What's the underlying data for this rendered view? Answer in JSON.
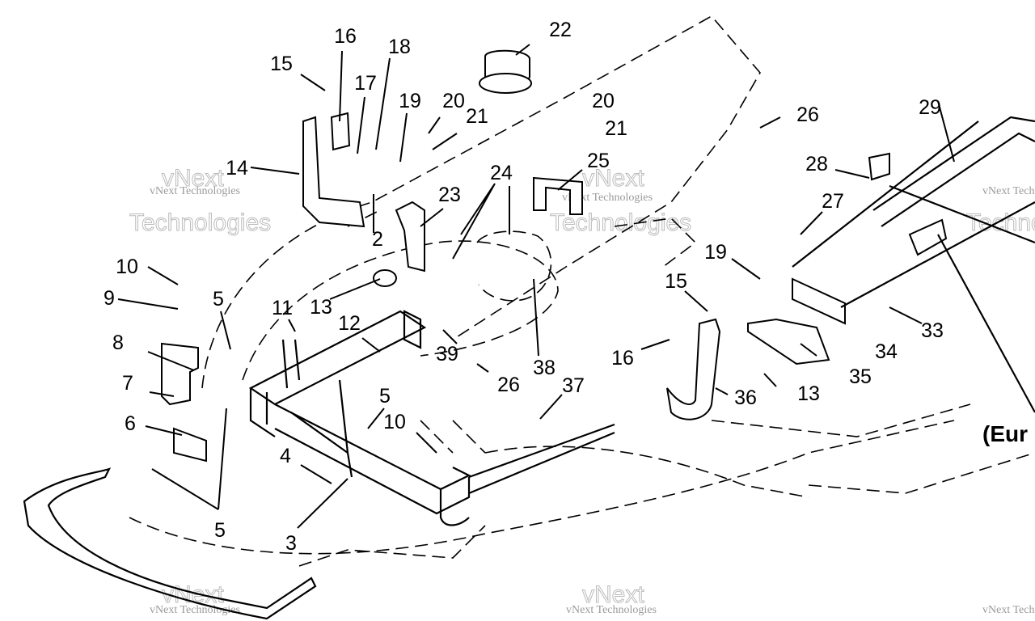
{
  "diagram": {
    "callouts": [
      "22",
      "16",
      "18",
      "15",
      "17",
      "19",
      "20",
      "21",
      "20",
      "21",
      "26",
      "29",
      "14",
      "24",
      "25",
      "28",
      "23",
      "27",
      "2",
      "10",
      "9",
      "5",
      "13",
      "19",
      "15",
      "11",
      "12",
      "33",
      "34",
      "8",
      "39",
      "26",
      "38",
      "16",
      "35",
      "7",
      "5",
      "37",
      "13",
      "36",
      "6",
      "10",
      "4",
      "5",
      "3"
    ],
    "region_label": "(Eur",
    "watermark": {
      "small": "vNext Technologies",
      "large_1": "vNext",
      "large_2": "Technologies"
    }
  }
}
